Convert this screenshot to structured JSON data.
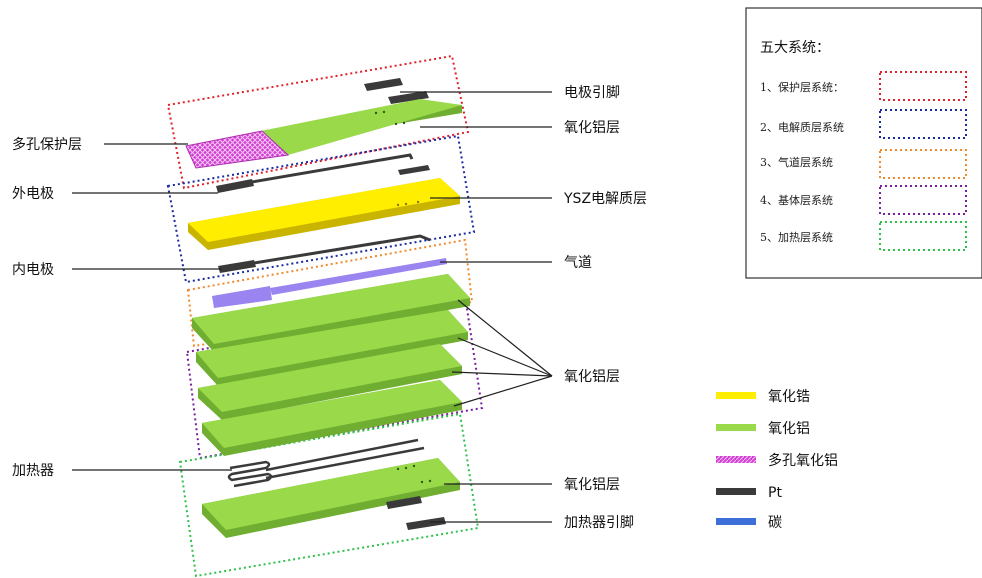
{
  "left_labels": {
    "porous_layer": "多孔保护层",
    "outer_electrode": "外电极",
    "inner_electrode": "内电极",
    "heater": "加热器"
  },
  "right_labels": {
    "electrode_lead": "电极引脚",
    "alumina_layer_top": "氧化铝层",
    "ysz_electrolyte": "YSZ电解质层",
    "air_channel": "气道",
    "alumina_layers_mid": "氧化铝层",
    "alumina_layer_bottom": "氧化铝层",
    "heater_lead": "加热器引脚"
  },
  "systems_box": {
    "title": "五大系统：",
    "items": [
      {
        "label": "1、保护层系统：",
        "color": "#e0202a"
      },
      {
        "label": "2、电解质层系统",
        "color": "#1a2aa0"
      },
      {
        "label": "3、气道层系统",
        "color": "#f08a2a"
      },
      {
        "label": "4、基体层系统",
        "color": "#7a1fa0"
      },
      {
        "label": "5、加热层系统",
        "color": "#2ec04a"
      }
    ]
  },
  "material_legend": [
    {
      "label": "氧化锆",
      "color": "#ffee00",
      "pattern": "solid"
    },
    {
      "label": "氧化铝",
      "color": "#99d94a",
      "pattern": "solid"
    },
    {
      "label": "多孔氧化铝",
      "color": "#d23cd2",
      "pattern": "hatched"
    },
    {
      "label": "Pt",
      "color": "#3a3a3a",
      "pattern": "solid"
    },
    {
      "label": "碳",
      "color": "#3e6fd8",
      "pattern": "solid"
    }
  ],
  "colors": {
    "alumina": "#99d94a",
    "zirconia": "#ffee00",
    "porous_alumina": "#d23cd2",
    "platinum": "#3a3a3a",
    "carbon": "#9a84f0"
  }
}
